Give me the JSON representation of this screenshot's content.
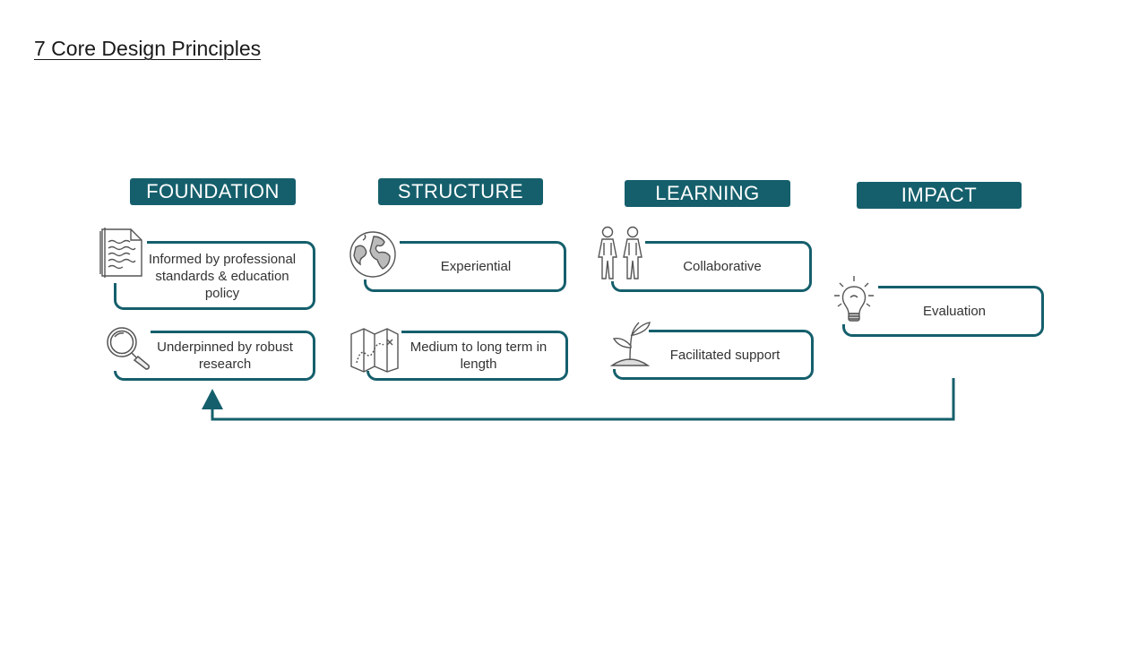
{
  "title": "7 Core Design Principles",
  "columns": [
    {
      "header": "FOUNDATION",
      "items": [
        {
          "label": "Informed by professional standards & education policy",
          "icon": "document-icon"
        },
        {
          "label": "Underpinned by robust research",
          "icon": "magnifying-glass-icon"
        }
      ]
    },
    {
      "header": "STRUCTURE",
      "items": [
        {
          "label": "Experiential",
          "icon": "globe-icon"
        },
        {
          "label": "Medium to long term in length",
          "icon": "map-icon"
        }
      ]
    },
    {
      "header": "LEARNING",
      "items": [
        {
          "label": "Collaborative",
          "icon": "two-people-icon"
        },
        {
          "label": "Facilitated support",
          "icon": "seedling-icon"
        }
      ]
    },
    {
      "header": "IMPACT",
      "items": [
        {
          "label": "Evaluation",
          "icon": "lightbulb-icon"
        }
      ]
    }
  ],
  "colors": {
    "accent": "#155f6c"
  }
}
